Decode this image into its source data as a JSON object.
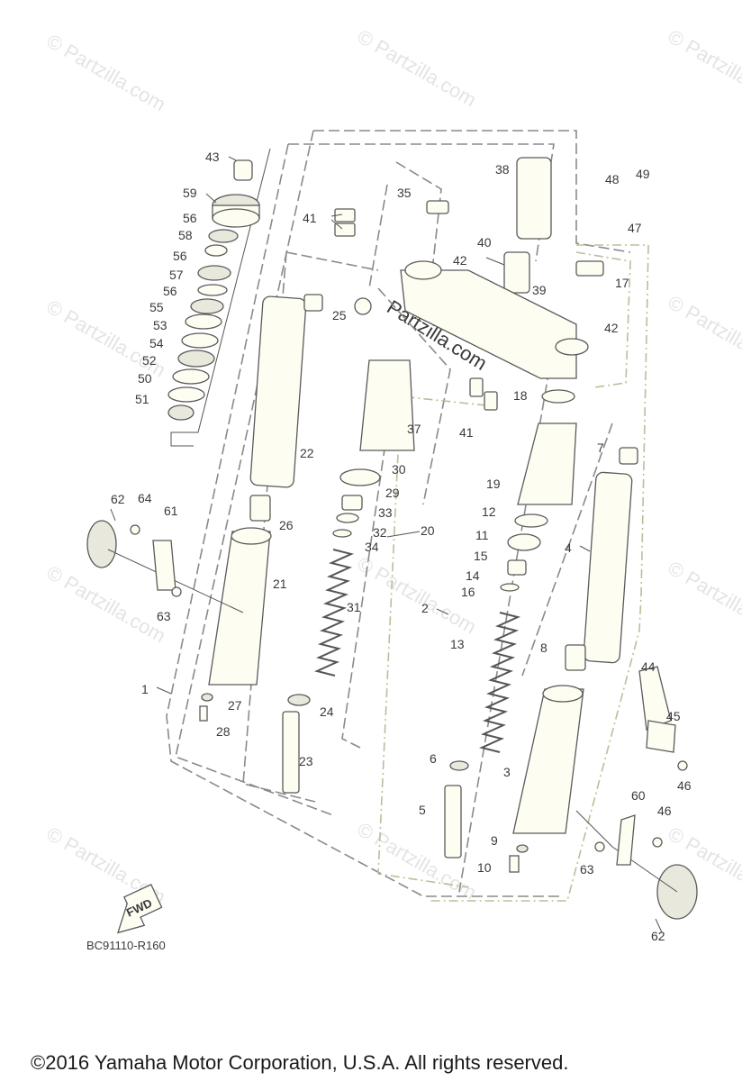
{
  "watermark": {
    "symbol": "©",
    "text": "Partzilla.com"
  },
  "center_watermark": "Partzilla.com",
  "diagram_code": "BC91110-R160",
  "fwd_label": "FWD",
  "copyright": "©2016  Yamaha Motor Corporation, U.S.A. All rights reserved.",
  "callouts": [
    "1",
    "2",
    "3",
    "4",
    "5",
    "6",
    "7",
    "8",
    "9",
    "10",
    "11",
    "12",
    "13",
    "14",
    "15",
    "16",
    "17",
    "18",
    "19",
    "20",
    "21",
    "22",
    "23",
    "24",
    "25",
    "26",
    "27",
    "28",
    "29",
    "30",
    "31",
    "32",
    "33",
    "34",
    "35",
    "37",
    "38",
    "39",
    "40",
    "41",
    "41",
    "42",
    "42",
    "43",
    "44",
    "45",
    "46",
    "46",
    "47",
    "48",
    "49",
    "50",
    "51",
    "52",
    "53",
    "54",
    "55",
    "56",
    "56",
    "56",
    "57",
    "58",
    "59",
    "60",
    "61",
    "62",
    "62",
    "63",
    "63",
    "64"
  ]
}
